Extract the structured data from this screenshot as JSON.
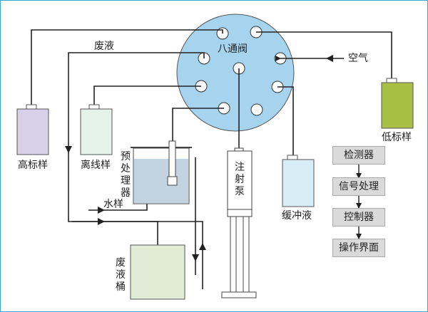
{
  "valve": {
    "label": "八通阀",
    "fill": "#a6d4ee"
  },
  "labels": {
    "waste_top": "废液",
    "air": "空气",
    "high_std": "高标样",
    "offline": "离线样",
    "low_std": "低标样",
    "pretreat": "预处理器",
    "water": "水样",
    "pump": "注射泵",
    "buffer": "缓冲液",
    "waste_bucket": "废液桶"
  },
  "flow_boxes": [
    "检测器",
    "信号处理",
    "控制器",
    "操作界面"
  ],
  "colors": {
    "high_std": "#d6d0e8",
    "offline": "#e4f2ea",
    "low_std": "#a9bf44",
    "pretreat_liquid": "#c2d4e2",
    "buffer": "#d8ecf6",
    "waste_bucket": "#e0ecd6",
    "box": "#dadada",
    "frame": "#3aa6d8"
  }
}
